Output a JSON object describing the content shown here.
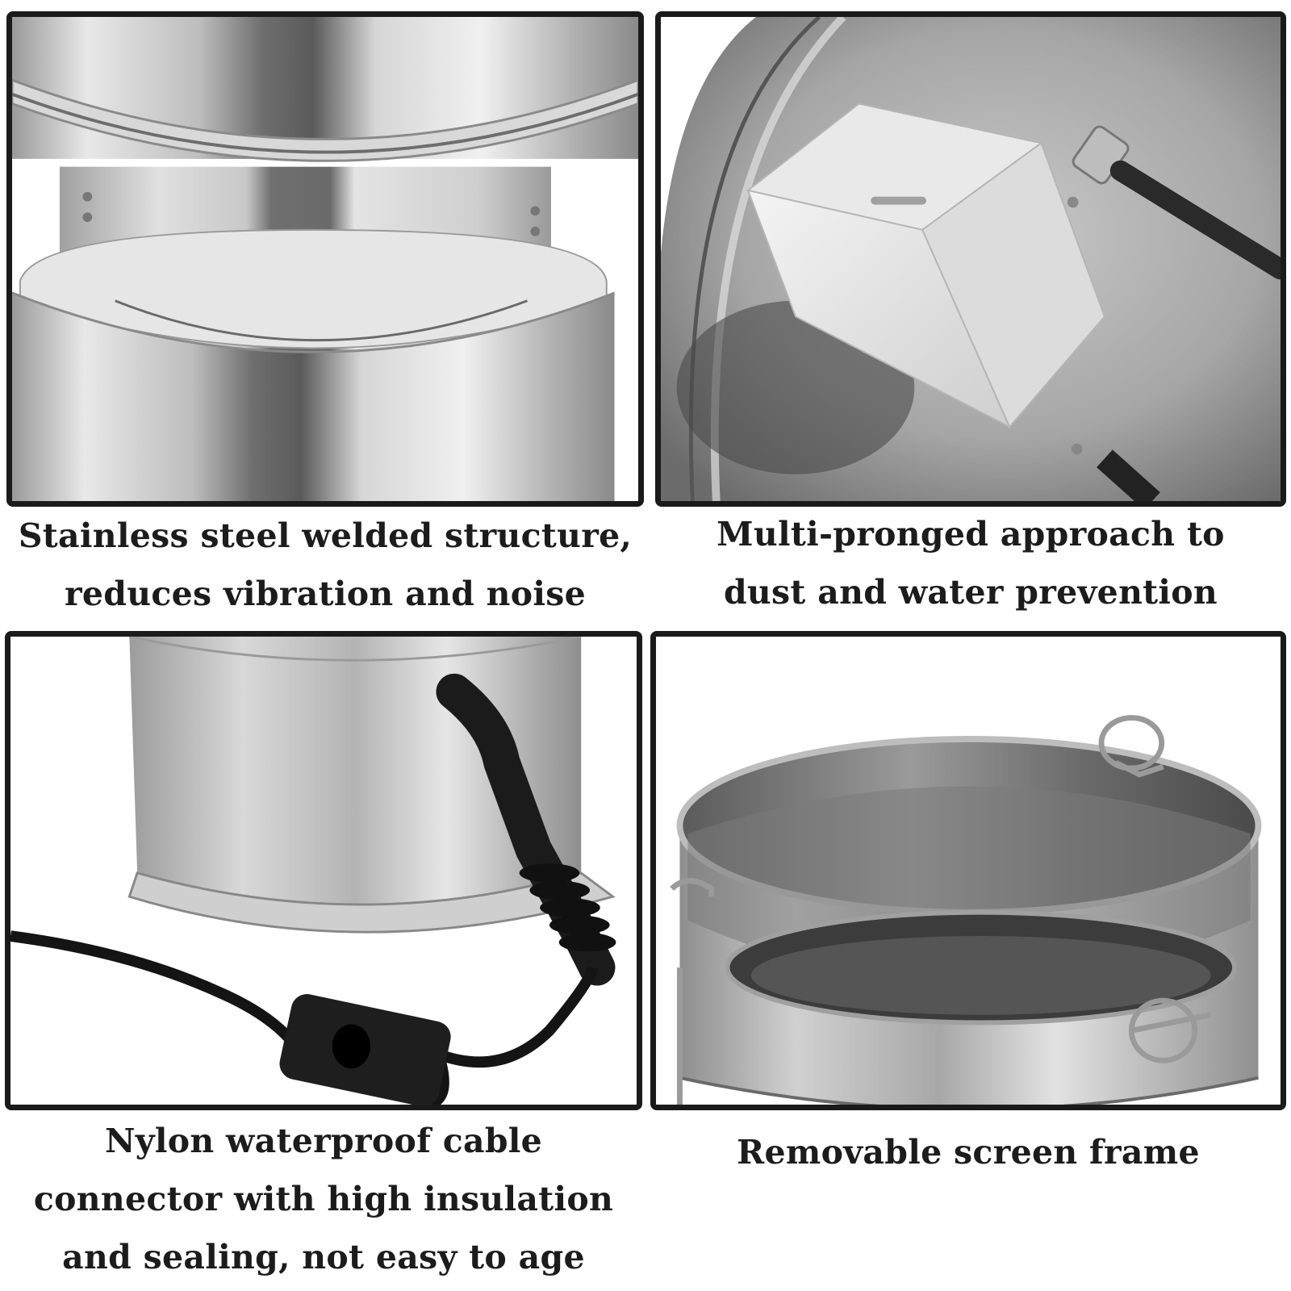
{
  "panels": [
    {
      "image": "stainless-steel-welded-ring-closeup",
      "caption_lines": [
        "Stainless steel welded structure,",
        "reduces vibration and noise"
      ]
    },
    {
      "image": "motor-junction-box-closeup",
      "caption_lines": [
        "Multi-pronged approach to",
        "dust and water prevention"
      ]
    },
    {
      "image": "cable-connector-with-switch",
      "caption_lines": [
        "Nylon waterproof cable",
        "connector with high insulation",
        "and sealing, not easy to age"
      ]
    },
    {
      "image": "removable-screen-frame-bucket",
      "caption_lines": [
        "Removable screen frame"
      ]
    }
  ]
}
